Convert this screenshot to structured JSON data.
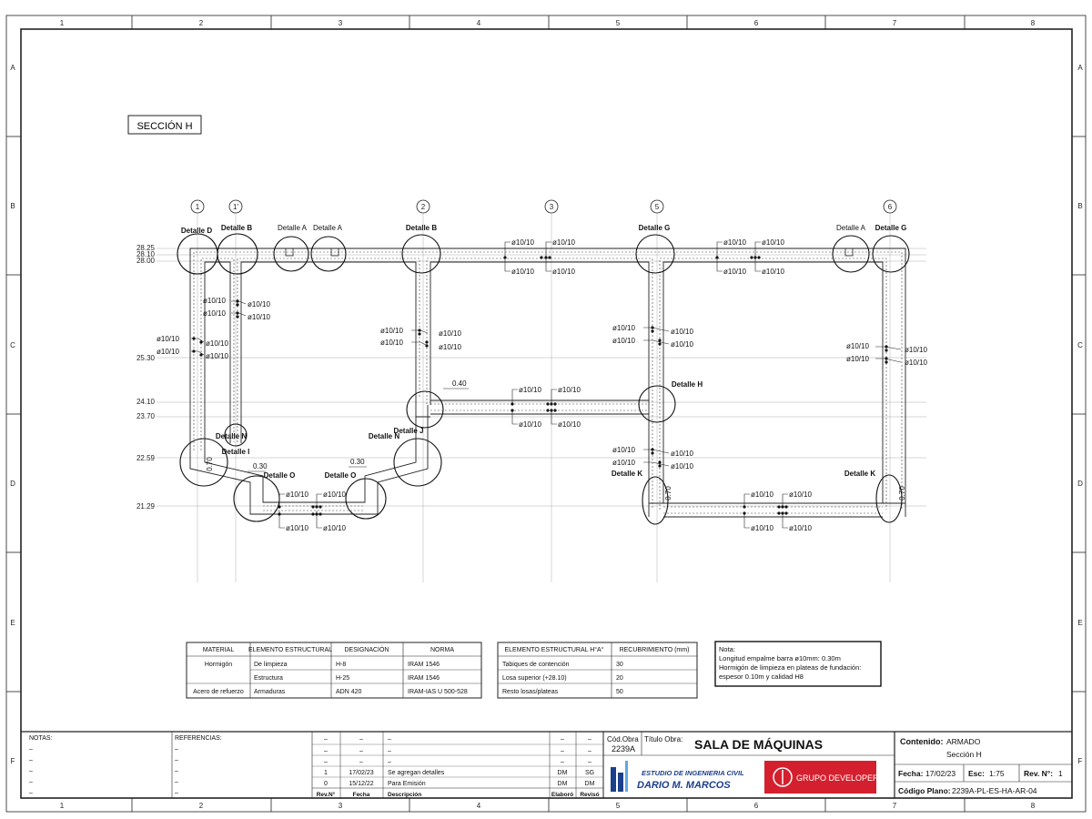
{
  "grid": {
    "cols_top": [
      "1",
      "2",
      "3",
      "4",
      "5",
      "6",
      "7",
      "8"
    ],
    "cols_bottom": [
      "1",
      "2",
      "3",
      "4",
      "5",
      "6",
      "7",
      "8"
    ],
    "rows_left": [
      "A",
      "B",
      "C",
      "D",
      "E",
      "F"
    ],
    "rows_right": [
      "A",
      "B",
      "C",
      "D",
      "E",
      "F"
    ]
  },
  "section_title": "SECCIÓN H",
  "axes": [
    "1",
    "1'",
    "2",
    "3",
    "5",
    "6"
  ],
  "levels": [
    "28.25",
    "28.10",
    "28.00",
    "25.30",
    "24.10",
    "23.70",
    "22.59",
    "21.29"
  ],
  "detail_labels": {
    "d_1": "Detalle D",
    "b_1": "Detalle B",
    "a_1": "Detalle A",
    "a_2": "Detalle A",
    "b_2": "Detalle B",
    "g_1": "Detalle G",
    "a_3": "Detalle A",
    "g_2": "Detalle G",
    "h": "Detalle H",
    "n_1": "Detalle N",
    "i": "Detalle I",
    "o_1": "Detalle O",
    "o_2": "Detalle O",
    "n_2": "Detalle N",
    "j": "Detalle J",
    "k_1": "Detalle K",
    "k_2": "Detalle K"
  },
  "rebar_label": "ø10/10",
  "dimensions": {
    "d040": "0.40",
    "d030a": "0.30",
    "d030b": "0.30",
    "d070a": "0.70",
    "d070b": "0.70",
    "d070c": "0.70"
  },
  "materials_table": {
    "headers": [
      "MATERIAL",
      "ELEMENTO ESTRUCTURAL",
      "DESIGNACIÓN",
      "NORMA"
    ],
    "rows": [
      [
        "Hormigón",
        "De limpieza",
        "H-8",
        "IRAM 1546"
      ],
      [
        "",
        "Estructura",
        "H-25",
        "IRAM 1546"
      ],
      [
        "Acero de refuerzo",
        "Armaduras",
        "ADN 420",
        "IRAM-IAS U 500-528"
      ]
    ]
  },
  "cover_table": {
    "headers": [
      "ELEMENTO ESTRUCTURAL H°A°",
      "RECUBRIMIENTO (mm)"
    ],
    "rows": [
      [
        "Tabiques de contención",
        "30"
      ],
      [
        "Losa superior (+28.10)",
        "20"
      ],
      [
        "Resto losas/plateas",
        "50"
      ]
    ]
  },
  "note": {
    "title": "Nota:",
    "lines": [
      "Longitud empalme barra ø10mm: 0.30m",
      "Hormigón de limpieza en plateas de fundación:",
      "espesor 0.10m y calidad H8"
    ]
  },
  "title_block": {
    "notas_label": "NOTAS:",
    "notas_items": [
      "–",
      "–",
      "–",
      "–",
      "–"
    ],
    "referencias_label": "REFERENCIAS:",
    "referencias_items": [
      "–",
      "–",
      "–",
      "–",
      "–"
    ],
    "revisions": [
      [
        "–",
        "–",
        "–",
        "–",
        "–"
      ],
      [
        "–",
        "–",
        "–",
        "–",
        "–"
      ],
      [
        "–",
        "–",
        "–",
        "–",
        "–"
      ],
      [
        "1",
        "17/02/23",
        "Se agregan detalles",
        "DM",
        "SG"
      ],
      [
        "0",
        "15/12/22",
        "Para Emisión",
        "DM",
        "DM"
      ]
    ],
    "rev_headers": [
      "Rev.N°",
      "Fecha",
      "Descripción",
      "Elaboró",
      "Revisó"
    ],
    "cod_obra_label": "Cód.Obra",
    "cod_obra_value": "2239A",
    "titulo_obra_label": "Título Obra:",
    "titulo_obra_value": "SALA DE MÁQUINAS",
    "studio_line1": "ESTUDIO DE INGENIERIA CIVIL",
    "studio_line2": "DARIO M. MARCOS",
    "developer_name": "GRUPO DEVELOPER",
    "developer_color": "#d4202e",
    "contenido_label": "Contenido:",
    "contenido_line1": "ARMADO",
    "contenido_line2": "Sección H",
    "fecha_label": "Fecha:",
    "fecha_value": "17/02/23",
    "escala_label": "Esc:",
    "escala_value": "1:75",
    "rev_label": "Rev. N°:",
    "rev_value": "1",
    "codigo_label": "Código Plano:",
    "codigo_value": "2239A-PL-ES-HA-AR-04"
  }
}
